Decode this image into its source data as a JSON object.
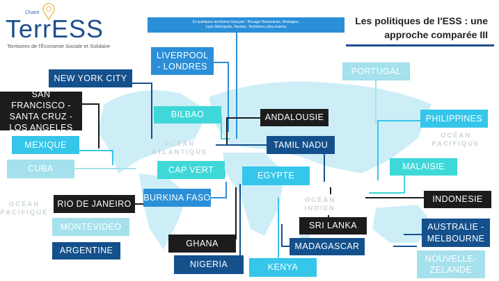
{
  "logo": {
    "chaire": "Chaire",
    "name": "TerrESS",
    "subtitle": "Territoires de l'Économie Sociale et Solidaire"
  },
  "title": {
    "line1": "Les politiques de l'ESS : une",
    "line2": "approche comparée III"
  },
  "banner": {
    "line1": "Et quelques territoires français : Bocage Bressuirais, Bretagne,",
    "line2": "Lyon Métropole, Nantes, Territoires ultra-marins"
  },
  "oceans": {
    "atlantic": "OCÉAN ATLANTIQUE",
    "pacific_right": "OCÉAN PACIFIQUE",
    "indian": "OCÉAN INDIEN",
    "pacific_left": "OCÉAN PACIFIQUE"
  },
  "places": {
    "liverpool": "LIVERPOOL - LONDRES",
    "nyc": "NEW YORK CITY",
    "sf": "SAN FRANCISCO - SANTA CRUZ - LOS ANGELES",
    "mexique": "MEXIQUE",
    "cuba": "CUBA",
    "bilbao": "BILBAO",
    "andalousie": "ANDALOUSIE",
    "tamil": "TAMIL NADU",
    "capvert": "CAP VERT",
    "egypte": "EGYPTE",
    "burkina": "BURKINA FASO",
    "rio": "RIO DE JANEIRO",
    "montevideo": "MONTEVIDEO",
    "argentine": "ARGENTINE",
    "ghana": "GHANA",
    "nigeria": "NIGERIA",
    "kenya": "KENYA",
    "srilanka": "SRI LANKA",
    "madagascar": "MADAGASCAR",
    "portugal": "PORTUGAL",
    "philippines": "PHILIPPINES",
    "malaisie": "MALAISIE",
    "indonesie": "INDONESIE",
    "australie": "AUSTRALIE - MELBOURNE",
    "nz": "NOUVELLE-ZELANDE"
  }
}
